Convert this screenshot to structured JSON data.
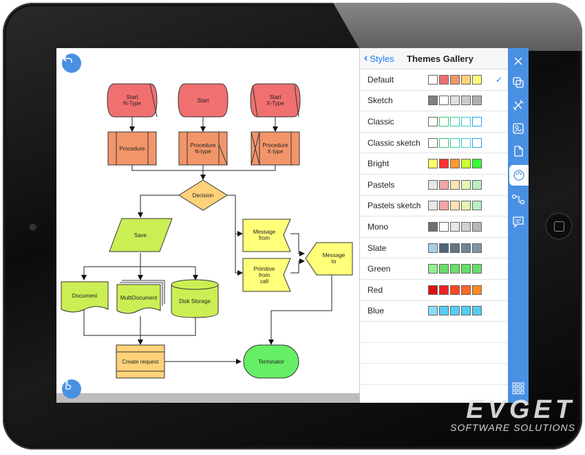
{
  "panel": {
    "back_label": "Styles",
    "title": "Themes Gallery",
    "themes": [
      {
        "name": "Default",
        "selected": true,
        "swatches": [
          "#ffffff",
          "#f07070",
          "#f2966a",
          "#ffd27a",
          "#ffff7a"
        ]
      },
      {
        "name": "Sketch",
        "selected": false,
        "swatches": [
          "#808080",
          "#ffffff",
          "#e0e0e0",
          "#cccccc",
          "#b0b0b0"
        ]
      },
      {
        "name": "Classic",
        "selected": false,
        "swatches": [
          "#ffffff",
          "#ffffff",
          "#ffffff",
          "#ffffff",
          "#ffffff"
        ],
        "borders": [
          "#666666",
          "#33cc66",
          "#33ccaa",
          "#33cccc",
          "#3399ee"
        ]
      },
      {
        "name": "Classic sketch",
        "selected": false,
        "swatches": [
          "#ffffff",
          "#ffffff",
          "#ffffff",
          "#ffffff",
          "#ffffff"
        ],
        "borders": [
          "#666666",
          "#33cc66",
          "#33ccaa",
          "#33cccc",
          "#3399ee"
        ]
      },
      {
        "name": "Bright",
        "selected": false,
        "swatches": [
          "#ffff66",
          "#ff3333",
          "#ff9933",
          "#ccff33",
          "#33ff33"
        ]
      },
      {
        "name": "Pastels",
        "selected": false,
        "swatches": [
          "#e6e6e6",
          "#f4a6a6",
          "#fde2b0",
          "#e6f5b0",
          "#b8f0c0"
        ]
      },
      {
        "name": "Pastels sketch",
        "selected": false,
        "swatches": [
          "#e6e6e6",
          "#f4a6a6",
          "#fde2b0",
          "#e6f5b0",
          "#b8f0c0"
        ]
      },
      {
        "name": "Mono",
        "selected": false,
        "swatches": [
          "#707070",
          "#ffffff",
          "#e6e6e6",
          "#d0d0d0",
          "#b8b8b8"
        ]
      },
      {
        "name": "Slate",
        "selected": false,
        "swatches": [
          "#a8cfe6",
          "#4f6577",
          "#5f7585",
          "#6f8595",
          "#7f95a5"
        ]
      },
      {
        "name": "Green",
        "selected": false,
        "swatches": [
          "#8ef08e",
          "#66e066",
          "#66e066",
          "#66e066",
          "#66e066"
        ]
      },
      {
        "name": "Red",
        "selected": false,
        "swatches": [
          "#dd1111",
          "#ee2222",
          "#ff4422",
          "#ff6622",
          "#ff8822"
        ]
      },
      {
        "name": "Blue",
        "selected": false,
        "swatches": [
          "#88ddf8",
          "#55ccf4",
          "#55ccf4",
          "#55ccf4",
          "#55ccf4"
        ]
      }
    ]
  },
  "diagram": {
    "start_n": "Start\nN-Type",
    "start": "Start",
    "start_x": "Start\nX-Type",
    "procedure": "Procedure",
    "procedure_n": "Procedure\nN-type",
    "procedure_x": "Procedure\nX-type",
    "decision": "Decision",
    "save": "Save",
    "message_from": "Message\nfrom",
    "primitive_from_call": "Primitive\nfrom\ncall",
    "message_to": "Message\nto",
    "document": "Document",
    "multidocument": "MultiDocument",
    "disk_storage": "Disk Storage",
    "create_request": "Create request",
    "terminator": "Terminator"
  },
  "sidebar_icons": [
    "close-icon",
    "layers-icon",
    "tools-icon",
    "image-icon",
    "page-icon",
    "palette-icon",
    "connector-icon",
    "comment-icon",
    "grid-icon"
  ],
  "watermark": {
    "brand": "EVGET",
    "tagline": "SOFTWARE SOLUTIONS"
  },
  "colors": {
    "accent": "#4a90e2",
    "link": "#1a7cf5"
  }
}
